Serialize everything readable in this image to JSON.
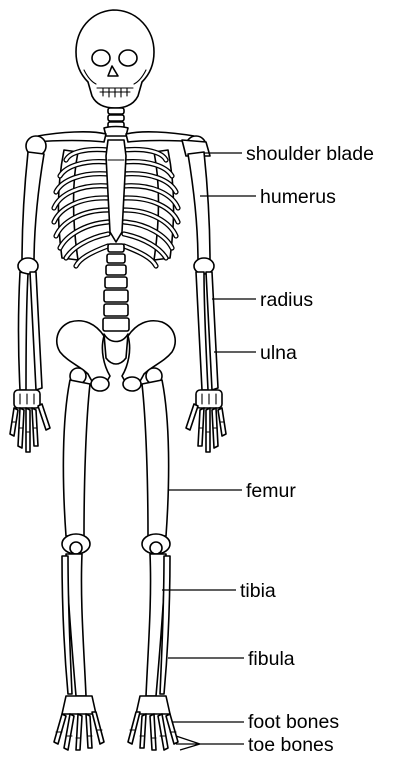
{
  "labels": {
    "shoulder_blade": "shoulder blade",
    "humerus": "humerus",
    "radius": "radius",
    "ulna": "ulna",
    "femur": "femur",
    "tibia": "tibia",
    "fibula": "fibula",
    "foot_bones": "foot bones",
    "toe_bones": "toe bones"
  },
  "colors": {
    "line": "#000000",
    "background": "#ffffff"
  }
}
